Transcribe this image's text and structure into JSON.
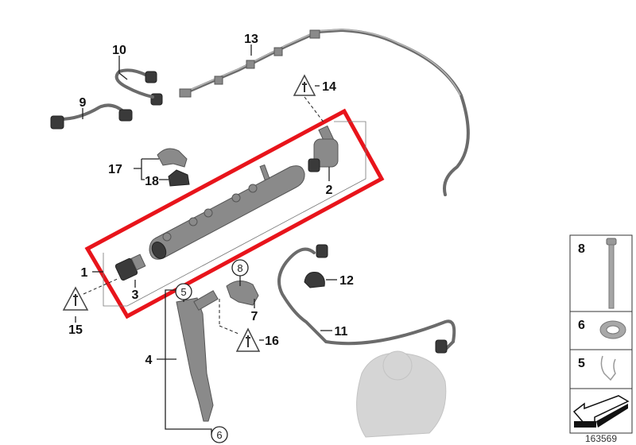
{
  "diagram_id": "163569",
  "labels": {
    "p1": "1",
    "p2": "2",
    "p3": "3",
    "p4": "4",
    "p5": "5",
    "p6": "6",
    "p7": "7",
    "p8": "8",
    "p9": "9",
    "p10": "10",
    "p11": "11",
    "p12": "12",
    "p13": "13",
    "p14": "14",
    "p15": "15",
    "p16": "16",
    "p17": "17",
    "p18": "18"
  },
  "side_panel": {
    "items": [
      {
        "label": "8",
        "icon": "bolt"
      },
      {
        "label": "6",
        "icon": "washer"
      },
      {
        "label": "5",
        "icon": "clip"
      },
      {
        "label": "",
        "icon": "arrow"
      }
    ]
  },
  "colors": {
    "highlight": "#e8141b",
    "part": "#8a8a8a"
  }
}
